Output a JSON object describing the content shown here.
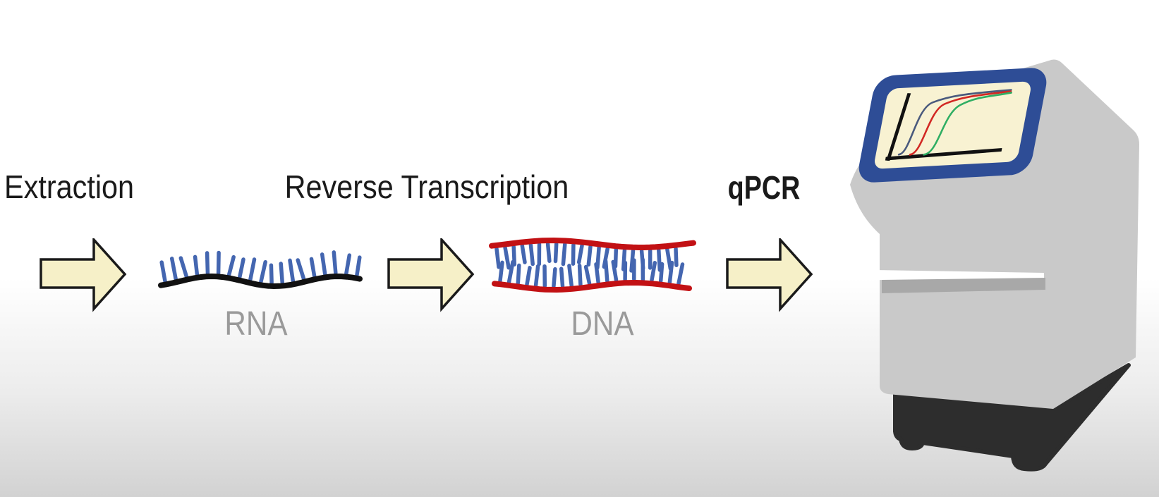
{
  "diagram": {
    "steps": [
      {
        "label": "Extraction"
      },
      {
        "label": "Reverse Transcription"
      },
      {
        "label": "qPCR"
      }
    ],
    "molecules": [
      {
        "label": "RNA"
      },
      {
        "label": "DNA"
      }
    ],
    "machine": {
      "screen_curve_colors": [
        "slate-blue",
        "red",
        "green"
      ]
    },
    "colors": {
      "outline": "#1a1a1a",
      "arrow_fill": "#f6f0c8",
      "tick_blue": "#4466b0",
      "dna_red": "#c21114",
      "rna_black": "#111111",
      "label_gray": "#9a9a9a",
      "bezel_blue": "#2e4d96",
      "screen_cream": "#f8f2d2",
      "body_gray": "#c9c9c9",
      "slot_gray": "#a8a8a8",
      "slot_highlight": "#ffffff",
      "base_dark": "#2d2d2d",
      "curve_slate": "#4a5a7d",
      "curve_red": "#d22823",
      "curve_green": "#2fae63"
    }
  }
}
